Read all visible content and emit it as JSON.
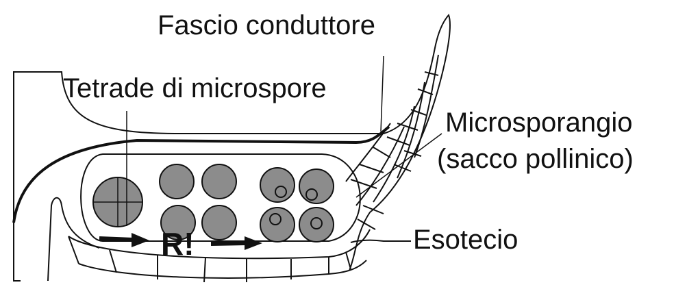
{
  "labels": {
    "fascio": "Fascio conduttore",
    "tetrade": "Tetrade di microspore",
    "microsporangio_line1": "Microsporangio",
    "microsporangio_line2": "(sacco pollinico)",
    "esotecio": "Esotecio",
    "meiosis": "R!"
  },
  "colors": {
    "ink": "#111111",
    "cell_fill": "#8c8c8c",
    "background": "#ffffff"
  }
}
